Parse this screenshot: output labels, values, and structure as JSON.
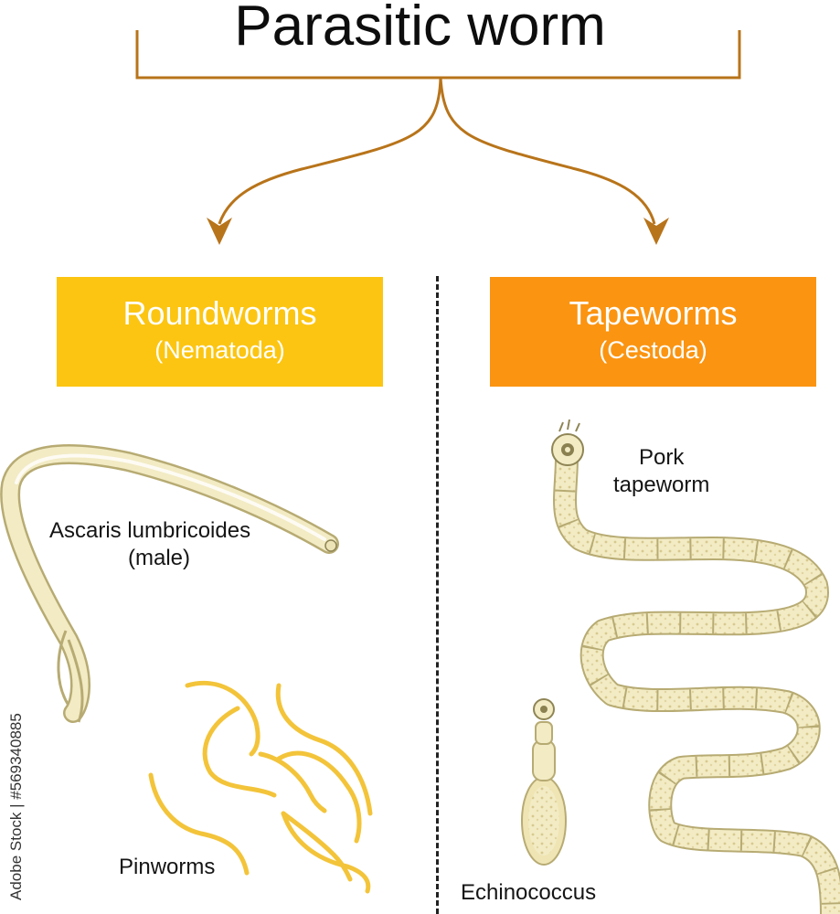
{
  "title": "Parasitic worm",
  "colors": {
    "connector": "#b8741a",
    "roundworms_box": "#fcc511",
    "tapeworms_box": "#fb9411",
    "worm_body": "#f2ebc4",
    "worm_outline": "#b7ab73",
    "pinworm": "#f3c43a"
  },
  "categories": [
    {
      "name": "Roundworms",
      "taxon": "(Nematoda)"
    },
    {
      "name": "Tapeworms",
      "taxon": "(Cestoda)"
    }
  ],
  "specimens": {
    "ascaris": {
      "line1": "Ascaris lumbricoides",
      "line2": "(male)"
    },
    "pinworms": "Pinworms",
    "pork_tapeworm": {
      "line1": "Pork",
      "line2": "tapeworm"
    },
    "echinococcus": "Echinococcus"
  },
  "stock_id": "Adobe Stock | #569340885"
}
